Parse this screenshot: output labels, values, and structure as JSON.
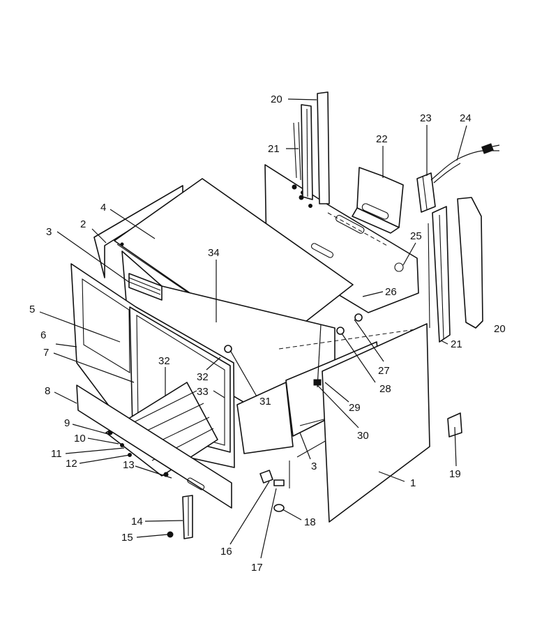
{
  "labels": [
    {
      "id": "1",
      "text": "1"
    },
    {
      "id": "2",
      "text": "2"
    },
    {
      "id": "3a",
      "text": "3"
    },
    {
      "id": "3b",
      "text": "3"
    },
    {
      "id": "4",
      "text": "4"
    },
    {
      "id": "5",
      "text": "5"
    },
    {
      "id": "6",
      "text": "6"
    },
    {
      "id": "7",
      "text": "7"
    },
    {
      "id": "8",
      "text": "8"
    },
    {
      "id": "9",
      "text": "9"
    },
    {
      "id": "10",
      "text": "10"
    },
    {
      "id": "11",
      "text": "11"
    },
    {
      "id": "12",
      "text": "12"
    },
    {
      "id": "13",
      "text": "13"
    },
    {
      "id": "14",
      "text": "14"
    },
    {
      "id": "15",
      "text": "15"
    },
    {
      "id": "16",
      "text": "16"
    },
    {
      "id": "17",
      "text": "17"
    },
    {
      "id": "18",
      "text": "18"
    },
    {
      "id": "19",
      "text": "19"
    },
    {
      "id": "20a",
      "text": "20"
    },
    {
      "id": "20b",
      "text": "20"
    },
    {
      "id": "21a",
      "text": "21"
    },
    {
      "id": "21b",
      "text": "21"
    },
    {
      "id": "22",
      "text": "22"
    },
    {
      "id": "23",
      "text": "23"
    },
    {
      "id": "24",
      "text": "24"
    },
    {
      "id": "25",
      "text": "25"
    },
    {
      "id": "26",
      "text": "26"
    },
    {
      "id": "27",
      "text": "27"
    },
    {
      "id": "28",
      "text": "28"
    },
    {
      "id": "29",
      "text": "29"
    },
    {
      "id": "30",
      "text": "30"
    },
    {
      "id": "31",
      "text": "31"
    },
    {
      "id": "32a",
      "text": "32"
    },
    {
      "id": "32b",
      "text": "32"
    },
    {
      "id": "33",
      "text": "33"
    },
    {
      "id": "34",
      "text": "34"
    }
  ]
}
